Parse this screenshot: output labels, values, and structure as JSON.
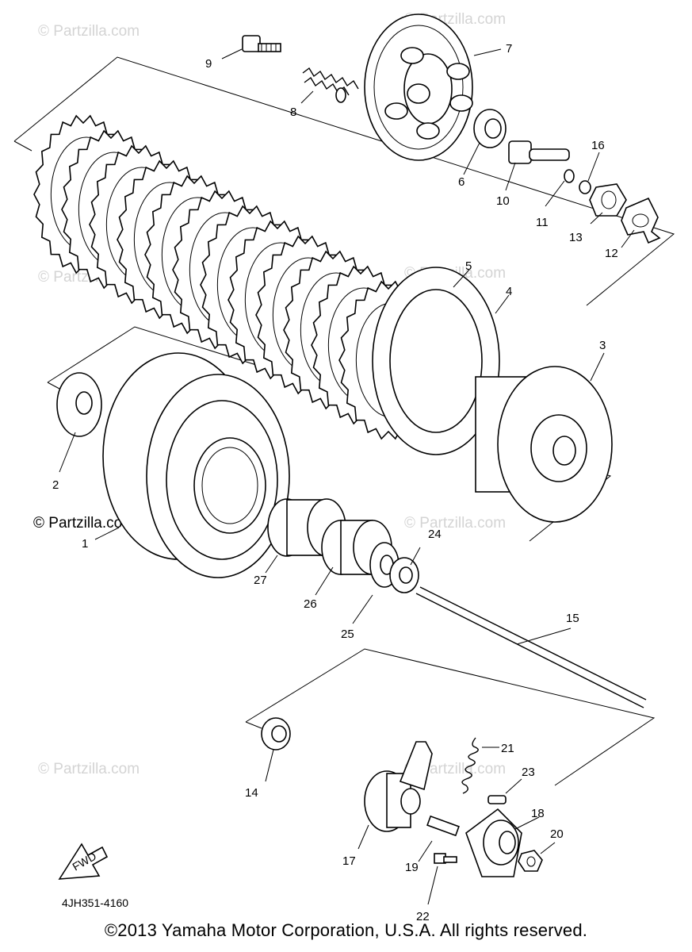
{
  "callouts": [
    {
      "label": "1"
    },
    {
      "label": "2"
    },
    {
      "label": "3"
    },
    {
      "label": "4"
    },
    {
      "label": "5"
    },
    {
      "label": "6"
    },
    {
      "label": "7"
    },
    {
      "label": "8"
    },
    {
      "label": "9"
    },
    {
      "label": "10"
    },
    {
      "label": "11"
    },
    {
      "label": "12"
    },
    {
      "label": "13"
    },
    {
      "label": "14"
    },
    {
      "label": "15"
    },
    {
      "label": "16"
    },
    {
      "label": "17"
    },
    {
      "label": "18"
    },
    {
      "label": "19"
    },
    {
      "label": "20"
    },
    {
      "label": "21"
    },
    {
      "label": "22"
    },
    {
      "label": "23"
    },
    {
      "label": "24"
    },
    {
      "label": "25"
    },
    {
      "label": "26"
    },
    {
      "label": "27"
    }
  ],
  "watermark": "© Partzilla.com",
  "fwd_label": "FWD",
  "diagram_code": "4JH351-4160",
  "copyright": "©2013 Yamaha Motor Corporation, U.S.A. All rights reserved."
}
